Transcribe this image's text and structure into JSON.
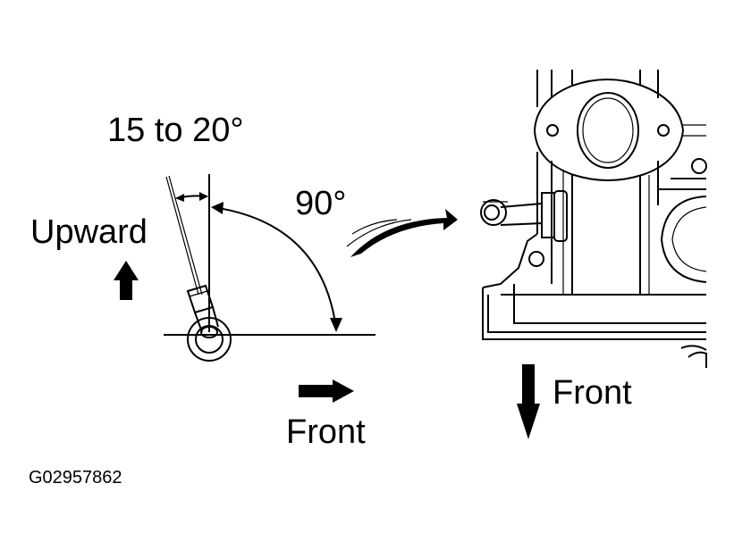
{
  "labels": {
    "angle_range": "15 to 20°",
    "angle_right": "90°",
    "upward": "Upward",
    "front_left": "Front",
    "front_right": "Front",
    "figure_code": "G02957862"
  },
  "icons": [
    "upward-arrow-icon",
    "front-arrow-right-icon",
    "front-arrow-down-icon",
    "curved-transition-arrow-icon"
  ],
  "colors": {
    "ink": "#000000",
    "background": "#ffffff"
  }
}
